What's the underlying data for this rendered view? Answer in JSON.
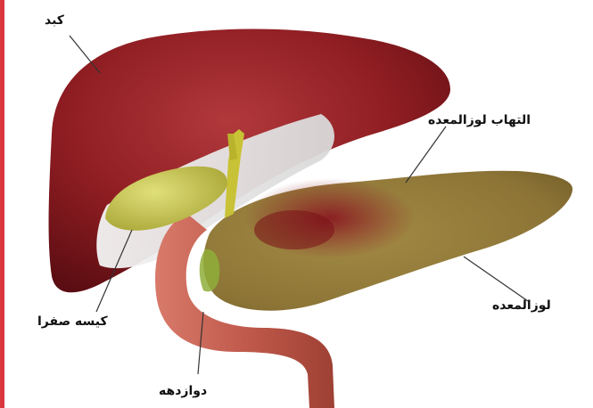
{
  "diagram": {
    "labels": {
      "liver": "کبد",
      "pancreatitis": "التهاب لوزالمعده",
      "pancreas": "لوزالمعده",
      "gallbladder": "کیسه صفرا",
      "duodenum": "دوازدهه"
    },
    "colors": {
      "accent": "#d9363e",
      "liver": "#8e1d22",
      "liver_dark": "#5a0d12",
      "gallbladder": "#c8c84a",
      "pancreas": "#8f7a3a",
      "inflammation": "#8a1a22",
      "duodenum": "#c05a4c",
      "leader_line": "#333333"
    }
  }
}
